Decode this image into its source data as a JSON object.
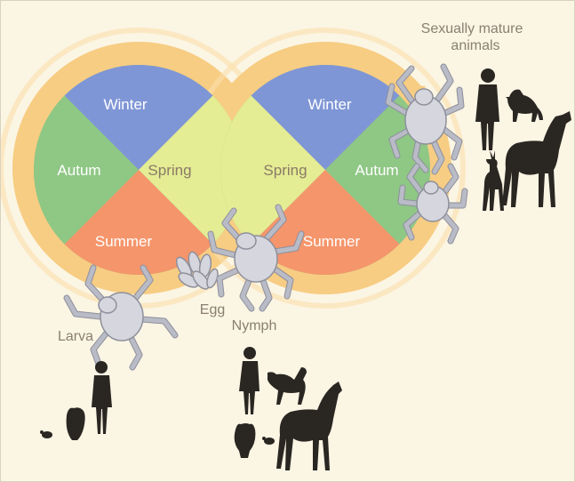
{
  "colors": {
    "background": "#fbf5e4",
    "ring": "#f7cd83",
    "winter": "#7f96d6",
    "spring": "#e4ec94",
    "summer": "#f5956b",
    "autumn": "#8fc785",
    "tick": "#d5d6de",
    "silhouette": "#2a2622"
  },
  "left_cycle": {
    "winter": "Winter",
    "autumn": "Autum",
    "spring": "Spring",
    "summer": "Summer"
  },
  "right_cycle": {
    "winter": "Winter",
    "spring": "Spring",
    "autumn": "Autum",
    "summer": "Summer"
  },
  "stages": {
    "adult_line1": "Sexually mature",
    "adult_line2": "animals",
    "larva": "Larva",
    "egg": "Egg",
    "nymph": "Nymph"
  },
  "icons": [
    "tick-icon",
    "egg-cluster-icon",
    "person-icon",
    "dog-icon",
    "horse-icon",
    "deer-icon",
    "owl-icon",
    "mouse-icon"
  ]
}
